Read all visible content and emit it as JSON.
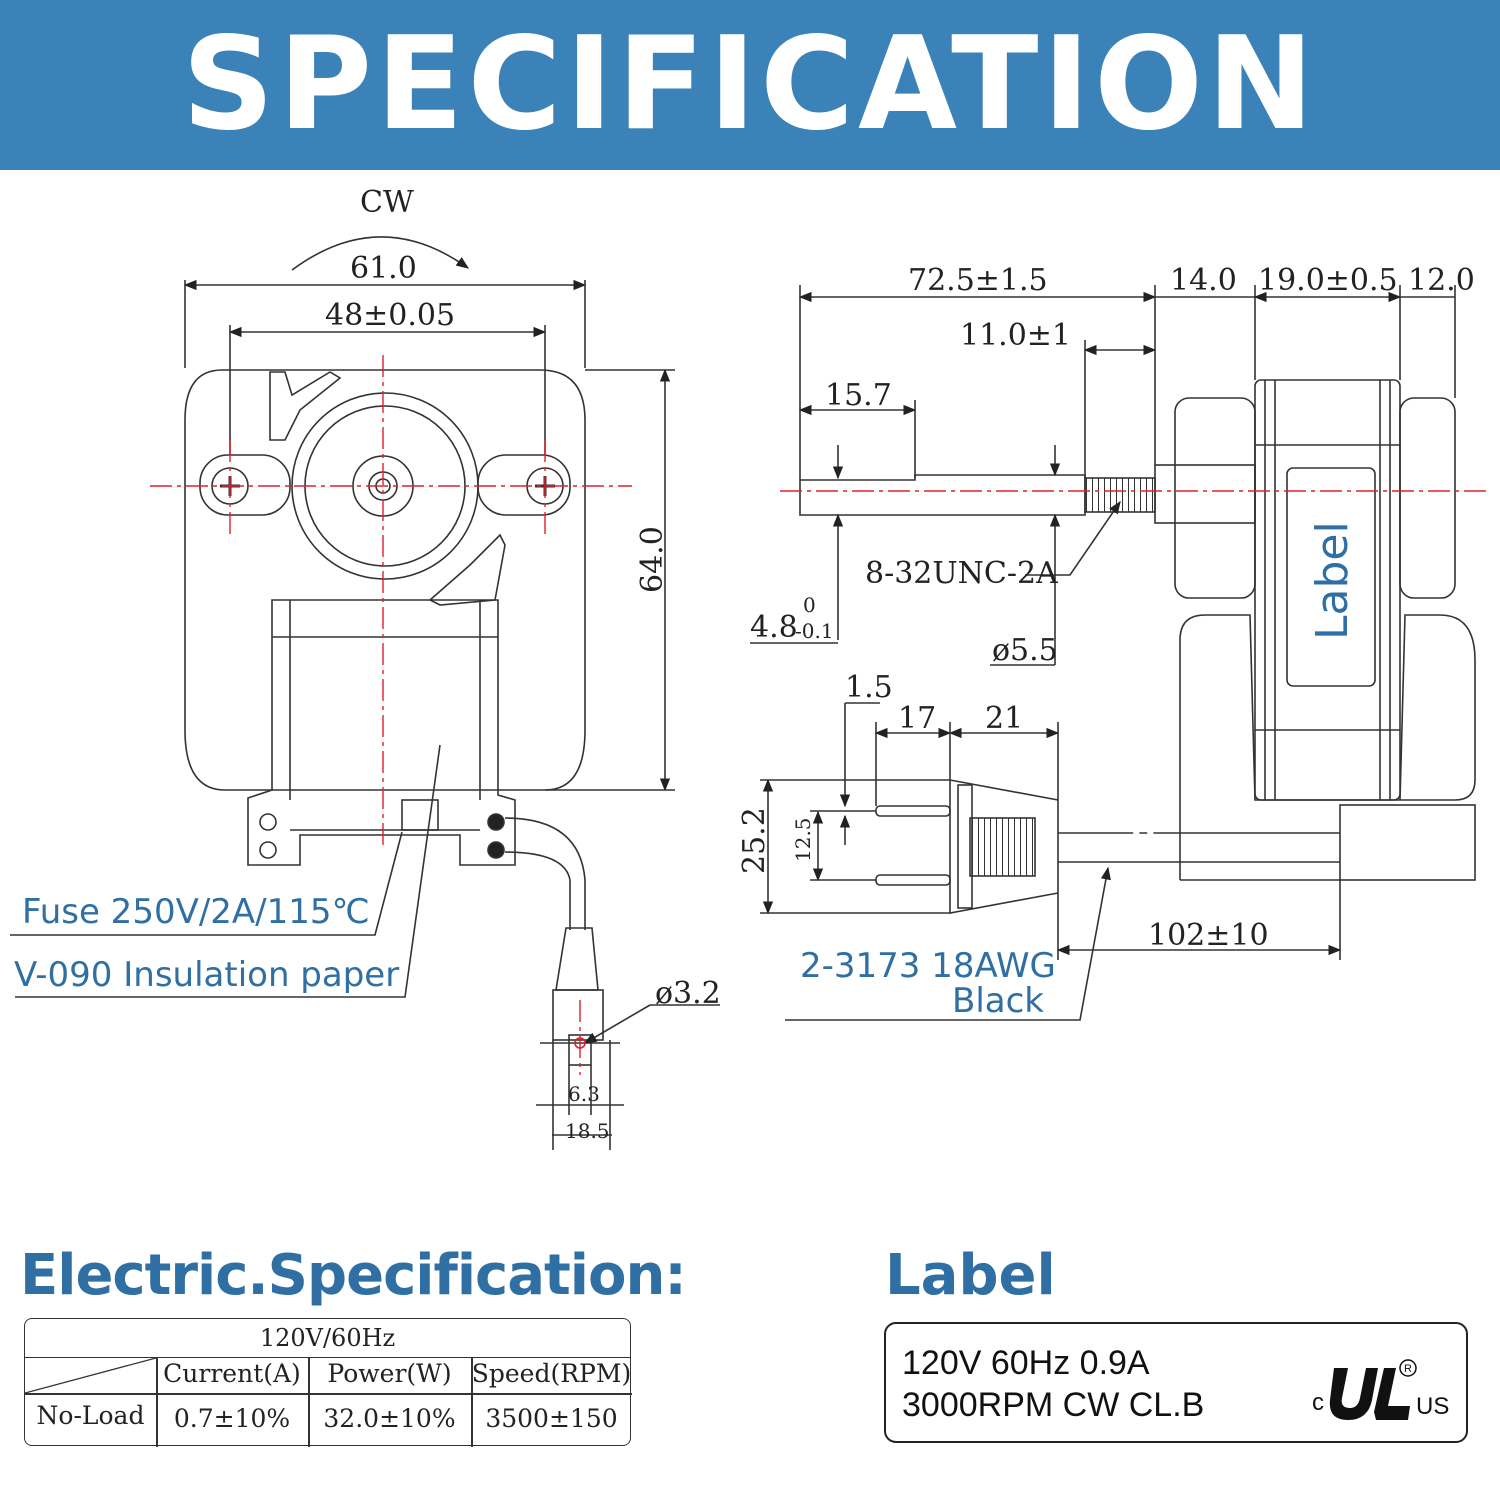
{
  "banner": {
    "title": "SPECIFICATION"
  },
  "front_view": {
    "rotation_label": "CW",
    "dim_overall_width": "61.0",
    "dim_mount_spacing": "48±0.05",
    "dim_height": "64.0",
    "dim_terminal_hole": "ø3.2",
    "dim_terminal_width": "6.3",
    "dim_connector_width": "18.5",
    "callout_fuse": "Fuse 250V/2A/115℃",
    "callout_insulation": "V-090 Insulation paper"
  },
  "side_view": {
    "dim_shaft_length": "72.5±1.5",
    "dim_14": "14.0",
    "dim_coil_width": "19.0±0.5",
    "dim_12": "12.0",
    "dim_thread_length": "11.0±1",
    "dim_flat_length": "15.7",
    "thread_spec": "8-32UNC-2A",
    "dim_shaft_diameter": "4.8",
    "dim_shaft_tol_upper": "0",
    "dim_shaft_tol_lower": "-0.1",
    "dim_collar_diameter": "ø5.5",
    "label_text": "Label"
  },
  "plug": {
    "dim_blade_thickness": "1.5",
    "dim_blade_length": "17",
    "dim_body_length": "21",
    "dim_overall_height": "25.2",
    "dim_blade_spacing": "12.5",
    "dim_cord_length": "102±10",
    "callout_cord_line1": "2-3173 18AWG",
    "callout_cord_line2": "Black"
  },
  "electric_spec": {
    "heading": "Electric.Specification:",
    "supply": "120V/60Hz",
    "headers": [
      "Current(A)",
      "Power(W)",
      "Speed(RPM)"
    ],
    "row_label": "No-Load",
    "values": [
      "0.7±10%",
      "32.0±10%",
      "3500±150"
    ]
  },
  "label_section": {
    "heading": "Label",
    "line1": "120V 60Hz 0.9A",
    "line2": "3000RPM CW CL.B",
    "mark_left": "c",
    "mark_right": "US",
    "mark_reg": "R"
  },
  "colors": {
    "banner": "#3a82b8",
    "accent": "#2f6fa3",
    "centerline": "#e0202a"
  }
}
